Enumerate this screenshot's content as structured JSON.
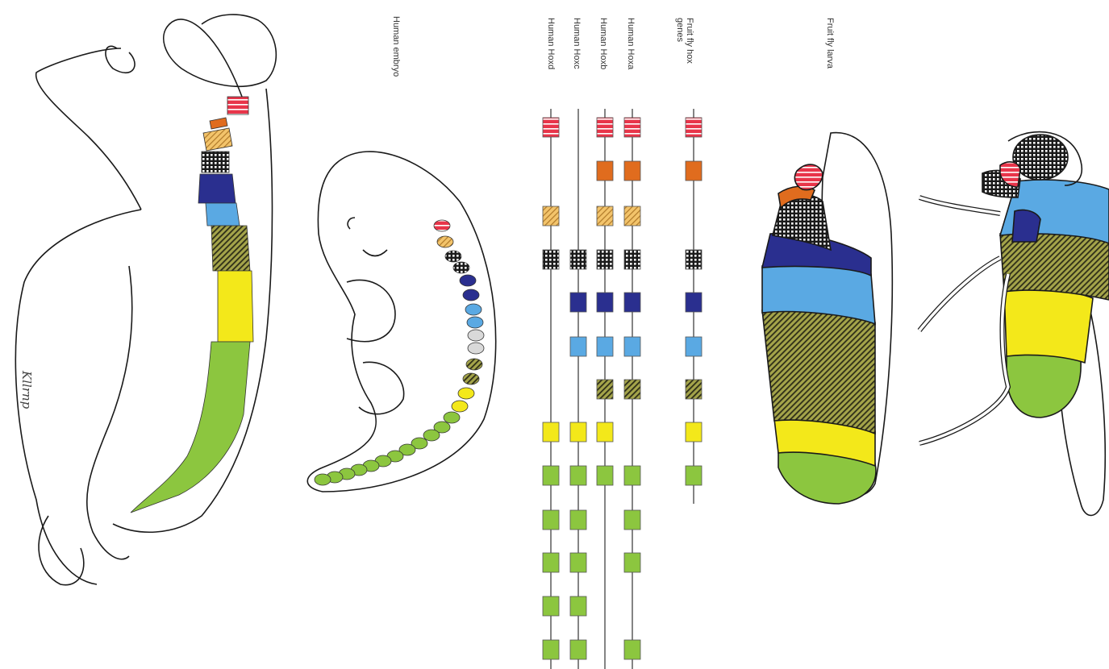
{
  "labels": {
    "human_embryo": "Human embryo",
    "human_hoxd": "Human Hoxd",
    "human_hoxc": "Human Hoxc",
    "human_hoxb": "Human Hoxb",
    "human_hoxa": "Human Hoxa",
    "fly_hox_line1": "Fruit fly hox",
    "fly_hox_line2": "genes",
    "fruit_fly_larva": "Fruit fly larva",
    "signature": "Kllrnp"
  },
  "colors": {
    "red_stripe": "#e8354a",
    "orange": "#e06c1e",
    "peach_hatch": "#f3c46b",
    "checker": "#1a1a1a",
    "navy": "#2a2f8f",
    "light_blue": "#5aa9e3",
    "olive_hatch": "#8a8a3a",
    "yellow": "#f3e81a",
    "green": "#8cc63f",
    "gray": "#d9d9d9"
  },
  "gene_clusters": [
    {
      "name": "Human Hoxd",
      "slots": [
        "red_stripe",
        "",
        "peach_hatch",
        "checker",
        "",
        "",
        "",
        "yellow",
        "green",
        "green",
        "green",
        "green",
        "green"
      ]
    },
    {
      "name": "Human Hoxc",
      "slots": [
        "",
        "",
        "",
        "checker",
        "navy",
        "light_blue",
        "",
        "yellow",
        "green",
        "green",
        "green",
        "green",
        "green"
      ]
    },
    {
      "name": "Human Hoxb",
      "slots": [
        "red_stripe",
        "orange",
        "peach_hatch",
        "checker",
        "navy",
        "light_blue",
        "olive_hatch",
        "yellow",
        "green",
        "",
        "",
        "",
        ""
      ]
    },
    {
      "name": "Human Hoxa",
      "slots": [
        "red_stripe",
        "orange",
        "peach_hatch",
        "checker",
        "navy",
        "light_blue",
        "olive_hatch",
        "",
        "green",
        "green",
        "green",
        "",
        "green"
      ]
    },
    {
      "name": "Fruit fly hox genes",
      "slots": [
        "red_stripe",
        "orange",
        "",
        "checker",
        "navy",
        "light_blue",
        "olive_hatch",
        "yellow",
        "green",
        "",
        "",
        "",
        ""
      ]
    }
  ]
}
